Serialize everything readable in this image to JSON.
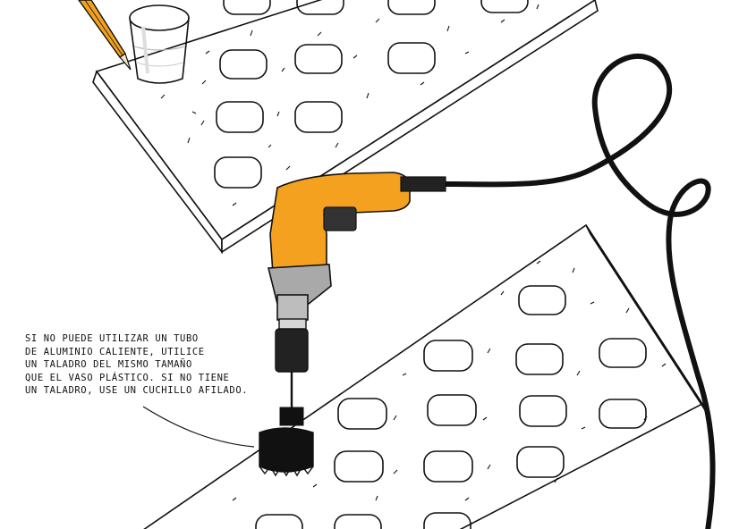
{
  "caption": {
    "lines": [
      "SI NO PUEDE UTILIZAR UN TUBO",
      "DE ALUMINIO CALIENTE, UTILICE",
      "UN TALADRO DEL MISMO TAMAÑO",
      "QUE EL VASO PLÁSTICO. SI NO TIENE",
      "UN TALADRO, USE UN CUCHILLO AFILADO."
    ]
  },
  "colors": {
    "drill_body": "#f3a11f",
    "drill_grey": "#a9a9a9",
    "outline": "#111111",
    "pencil": "#f3a11f"
  },
  "icons": {
    "pencil": "pencil-icon",
    "cup": "plastic-cup-icon",
    "drill": "power-drill-icon",
    "hole_saw": "hole-saw-icon"
  }
}
